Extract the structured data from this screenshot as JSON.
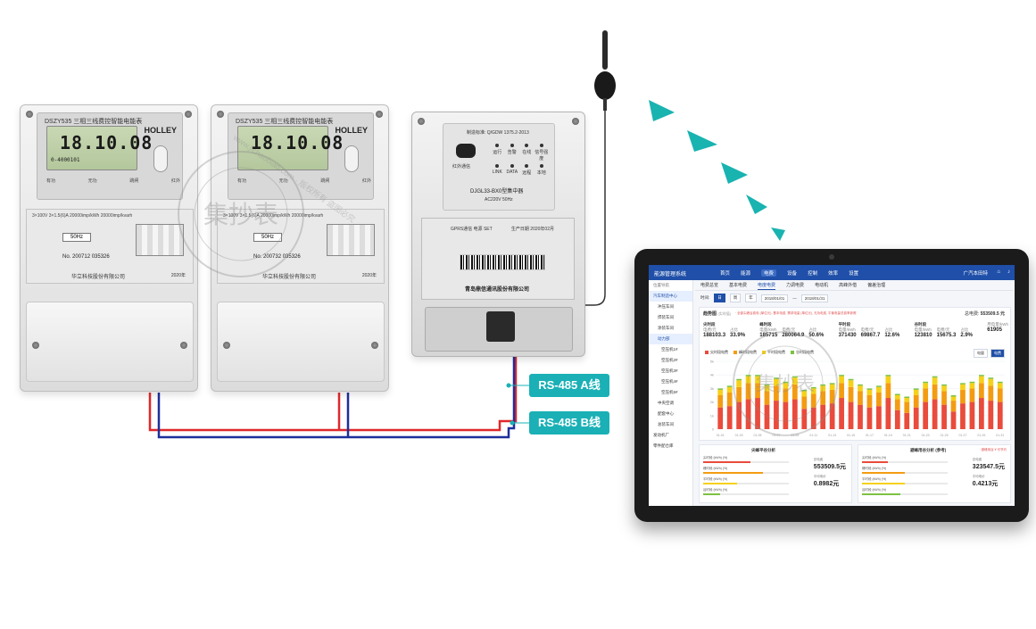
{
  "meters": [
    {
      "model": "DSZY535 三相三线费控智能电能表",
      "brand": "HOLLEY",
      "reading": "18.10.08",
      "lcd_sub": "0-4000101",
      "buttons": [
        "有功",
        "无功",
        "跳闸",
        "红外"
      ],
      "spec": "3×100V   3×1.5(6)A   20000imp/kWh  20000imp/kvarh",
      "freq": "50Hz",
      "serial": "No. 200712 035326",
      "company": "华立科技股份有限公司",
      "year": "2020年"
    },
    {
      "model": "DSZY535 三相三线费控智能电能表",
      "brand": "HOLLEY",
      "reading": "18.10.08",
      "lcd_sub": "",
      "buttons": [
        "有功",
        "无功",
        "跳闸",
        "红外"
      ],
      "spec": "3×100V   3×1.5(6)A   20000imp/kWh  20000imp/kvarh",
      "freq": "50Hz",
      "serial": "No. 200732 035326",
      "company": "华立科技股份有限公司",
      "year": "2020年"
    }
  ],
  "concentrator": {
    "standard": "制造标准: Q/GDW 1375.2-2013",
    "ir_label": "红外通信",
    "leds": [
      "运行",
      "告警",
      "在线",
      "信号强度",
      "LINK",
      "DATA",
      "远程",
      "本地"
    ],
    "model": "DJGL33-BX0型集中器",
    "power": "AC220V  50Hz",
    "gprs": "GPRS通信     电源  SET",
    "date": "生产日期 2020年02月",
    "company": "青岛鼎信通讯股份有限公司"
  },
  "callouts": {
    "a": "RS-485 A线",
    "b": "RS-485 B线"
  },
  "watermark": {
    "ring_text": "www.jichaobiao.com · 版权所有 盗图必究",
    "center": "集抄表"
  },
  "app": {
    "title": "能源管理系统",
    "nav": [
      {
        "label": "首页",
        "active": false
      },
      {
        "label": "能源",
        "active": false
      },
      {
        "label": "电费",
        "active": true
      },
      {
        "label": "设备",
        "active": false
      },
      {
        "label": "控制",
        "active": false
      },
      {
        "label": "效率",
        "active": false
      },
      {
        "label": "设置",
        "active": false
      }
    ],
    "user": "广汽本田特",
    "sidebar_header": "位置导航",
    "sidebar": [
      {
        "label": "汽车制造中心",
        "level": 0,
        "active": true
      },
      {
        "label": "冲压车间",
        "level": 1,
        "active": false
      },
      {
        "label": "焊装车间",
        "level": 1,
        "active": false
      },
      {
        "label": "涂装车间",
        "level": 1,
        "active": false
      },
      {
        "label": "动力部",
        "level": 1,
        "active": true
      },
      {
        "label": "空压机1#",
        "level": 2,
        "active": false
      },
      {
        "label": "空压机2#",
        "level": 2,
        "active": false
      },
      {
        "label": "空压机3#",
        "level": 2,
        "active": false
      },
      {
        "label": "空压机4#",
        "level": 2,
        "active": false
      },
      {
        "label": "空压机5#",
        "level": 2,
        "active": false
      },
      {
        "label": "中央空调",
        "level": 1,
        "active": false
      },
      {
        "label": "配套中心",
        "level": 1,
        "active": false
      },
      {
        "label": "总装车间",
        "level": 1,
        "active": false
      },
      {
        "label": "发动机厂",
        "level": 0,
        "active": false
      },
      {
        "label": "零件配仓库",
        "level": 0,
        "active": false
      }
    ],
    "tabs": [
      {
        "label": "电费总览",
        "active": false
      },
      {
        "label": "基本电费",
        "active": false
      },
      {
        "label": "电度电费",
        "active": true
      },
      {
        "label": "力调电费",
        "active": false
      },
      {
        "label": "电动机",
        "active": false
      },
      {
        "label": "高峰外借",
        "active": false
      },
      {
        "label": "偏差治理",
        "active": false
      }
    ],
    "filter": {
      "label": "时间:",
      "options": [
        {
          "label": "日",
          "active": true
        },
        {
          "label": "周",
          "active": false
        },
        {
          "label": "年",
          "active": false
        }
      ],
      "start": "2018/01/01",
      "sep": "—",
      "end": "2018/01/31"
    },
    "summary": {
      "title": "趋势图",
      "unit": "(实时值)",
      "note": "· 全部尖峰谷费电 (单位元), 基本电费, 需求电量 (单位元), 无功电费, 平衡电量总费率参照",
      "total_label": "总电费:",
      "total_value": "553509.5 元",
      "periods": [
        {
          "name": "尖时段",
          "items": [
            {
              "label": "电费/元",
              "value": "188103.3"
            },
            {
              "label": "占比",
              "value": "33.9%"
            }
          ]
        },
        {
          "name": "峰时段",
          "items": [
            {
              "label": "电量/kWh",
              "value": "185715"
            },
            {
              "label": "电费/元",
              "value": "280064.9"
            },
            {
              "label": "占比",
              "value": "50.6%"
            }
          ]
        },
        {
          "name": "平时段",
          "items": [
            {
              "label": "电量/kWh",
              "value": "371430"
            },
            {
              "label": "电费/元",
              "value": "69867.7"
            },
            {
              "label": "占比",
              "value": "12.6%"
            }
          ]
        },
        {
          "name": "谷时段",
          "items": [
            {
              "label": "电量/kWh",
              "value": "123810"
            },
            {
              "label": "电费/元",
              "value": "15675.3"
            },
            {
              "label": "占比",
              "value": "2.9%"
            }
          ]
        },
        {
          "name": "",
          "items": [
            {
              "label": "用电量/kWh",
              "value": "61905"
            }
          ]
        }
      ],
      "legend": [
        "尖时段电费",
        "峰时段电费",
        "平时段电费",
        "谷时段电费"
      ],
      "toggle": [
        {
          "label": "电量",
          "active": false
        },
        {
          "label": "电费",
          "active": true
        }
      ]
    },
    "panels": [
      {
        "title": "尖峰平谷分析",
        "note": "",
        "rows": [
          "尖时段 (kWh)  (%)",
          "峰时段 (kWh)  (%)",
          "平时段 (kWh)  (%)",
          "谷时段 (kWh)  (%)"
        ],
        "fills": [
          0.55,
          0.7,
          0.4,
          0.2
        ],
        "stats": [
          {
            "label": "总电费",
            "value": "553509.5元"
          },
          {
            "label": "平均电价",
            "value": "0.8982元"
          }
        ]
      },
      {
        "title": "避峰用谷分析 (参考)",
        "note": "· 避峰用谷 ¥ 可节约",
        "rows": [
          "尖时段 (kWh)  (%)",
          "峰时段 (kWh)  (%)",
          "平时段 (kWh)  (%)",
          "谷时段 (kWh)  (%)"
        ],
        "fills": [
          0.3,
          0.5,
          0.5,
          0.45
        ],
        "stats": [
          {
            "label": "总电费",
            "value": "323547.5元"
          },
          {
            "label": "平均电价",
            "value": "0.4213元"
          }
        ]
      }
    ]
  },
  "chart_data": {
    "type": "bar",
    "title": "趋势图",
    "stacked": true,
    "ylim": [
      0,
      5
    ],
    "yticks": [
      "5k",
      "4k",
      "3k",
      "2k",
      "1k",
      "0"
    ],
    "x": [
      "01-01",
      "01-02",
      "01-03",
      "01-04",
      "01-05",
      "01-06",
      "01-07",
      "01-08",
      "01-09",
      "01-10",
      "01-11",
      "01-12",
      "01-13",
      "01-14",
      "01-15",
      "01-16",
      "01-17",
      "01-18",
      "01-19",
      "01-20",
      "01-21",
      "01-22",
      "01-23",
      "01-24",
      "01-25",
      "01-26",
      "01-27",
      "01-28",
      "01-29",
      "01-30",
      "01-31"
    ],
    "series": [
      {
        "name": "尖时段电费",
        "color": "#e94b3c",
        "values": [
          1.6,
          1.7,
          2.0,
          2.2,
          2.3,
          1.8,
          2.1,
          2.0,
          2.2,
          1.5,
          1.6,
          1.8,
          1.9,
          2.3,
          2.0,
          1.8,
          1.6,
          1.7,
          2.3,
          1.4,
          1.2,
          1.6,
          2.0,
          2.2,
          1.8,
          1.3,
          1.9,
          2.0,
          2.3,
          2.1,
          2.0
        ]
      },
      {
        "name": "峰时段电费",
        "color": "#f39c12",
        "values": [
          0.9,
          1.0,
          1.1,
          1.2,
          1.1,
          1.0,
          1.1,
          1.0,
          1.1,
          0.9,
          1.0,
          1.0,
          1.0,
          1.1,
          1.1,
          1.0,
          0.9,
          1.0,
          1.1,
          0.8,
          0.8,
          0.9,
          1.0,
          1.1,
          1.0,
          0.8,
          1.0,
          1.0,
          1.1,
          1.1,
          1.0
        ]
      },
      {
        "name": "平时段电费",
        "color": "#f6d11a",
        "values": [
          0.4,
          0.4,
          0.5,
          0.5,
          0.5,
          0.4,
          0.5,
          0.4,
          0.5,
          0.4,
          0.4,
          0.4,
          0.4,
          0.5,
          0.5,
          0.4,
          0.4,
          0.4,
          0.5,
          0.3,
          0.3,
          0.4,
          0.4,
          0.5,
          0.4,
          0.3,
          0.4,
          0.4,
          0.5,
          0.5,
          0.4
        ]
      },
      {
        "name": "谷时段电费",
        "color": "#7cc243",
        "values": [
          0.1,
          0.1,
          0.1,
          0.1,
          0.1,
          0.1,
          0.1,
          0.1,
          0.1,
          0.1,
          0.1,
          0.1,
          0.1,
          0.1,
          0.1,
          0.1,
          0.1,
          0.1,
          0.1,
          0.1,
          0.1,
          0.1,
          0.1,
          0.1,
          0.1,
          0.1,
          0.1,
          0.1,
          0.1,
          0.1,
          0.1
        ]
      }
    ]
  },
  "colors": {
    "accent": "#1ab0b6",
    "wire_red": "#e0282b",
    "wire_blue": "#1e2f9a",
    "app_header": "#1f4fa8"
  },
  "icons": [
    "antenna-icon",
    "wireless-signal-icon",
    "home-icon",
    "bell-icon"
  ]
}
